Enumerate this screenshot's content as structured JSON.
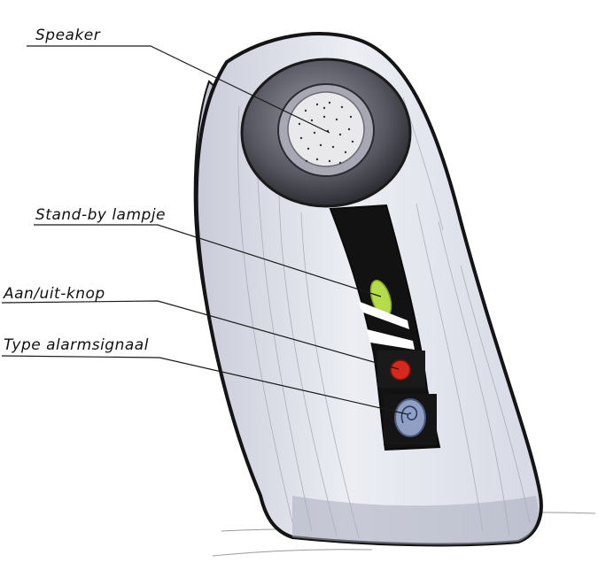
{
  "labels": {
    "speaker": "Speaker",
    "standby_light": "Stand-by lampje",
    "power_button": "Aan/uit-knop",
    "alarm_type": "Type alarmsignaal"
  },
  "colors": {
    "outline": "#141414",
    "body_fill": "#e4e6ef",
    "body_shade": "#b9bccb",
    "speaker_ring": "#4a4a55",
    "speaker_mesh": "#e8e8ea",
    "panel": "#111111",
    "standby_led": "#b7dc4a",
    "power_button": "#d42a1c",
    "alarm_button": "#8fa0c4"
  }
}
